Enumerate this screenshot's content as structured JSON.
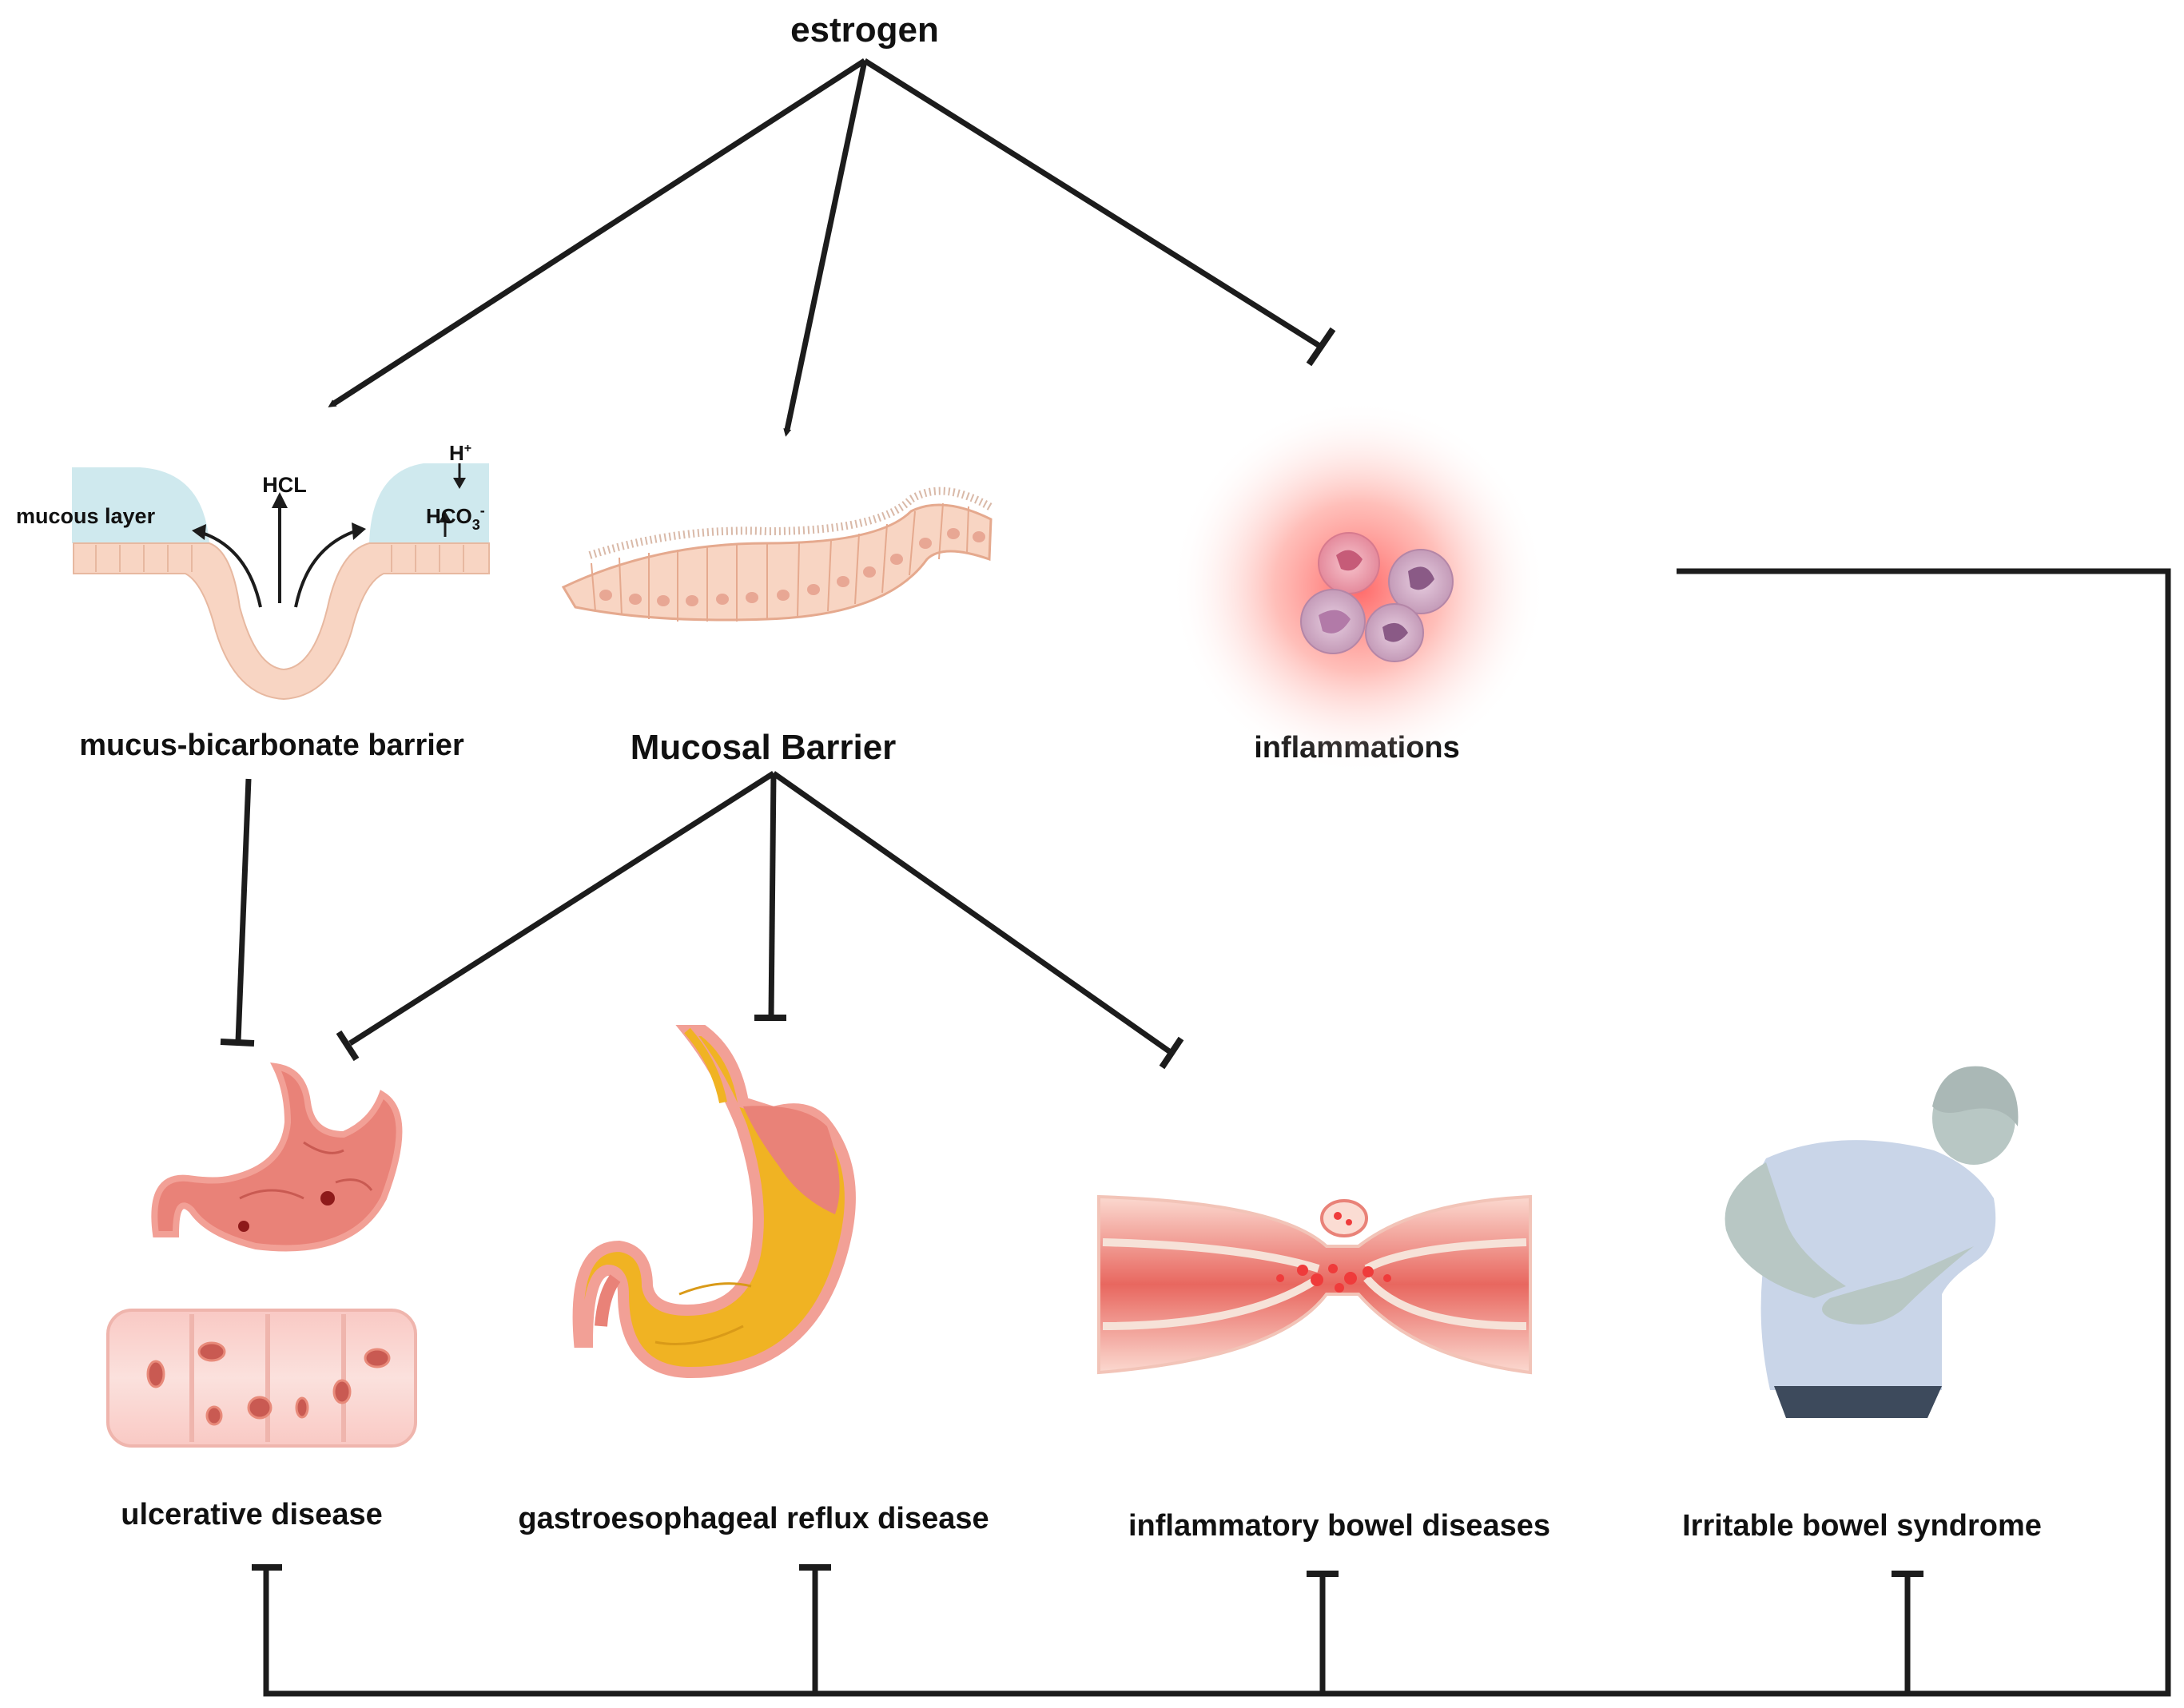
{
  "nodes": {
    "estrogen": "estrogen",
    "mucus_barrier": "mucus-bicarbonate barrier",
    "mucosal_barrier": "Mucosal Barrier",
    "inflammations": "inflammations",
    "ulcerative": "ulcerative disease",
    "gerd": "gastroesophageal reflux disease",
    "ibd": "inflammatory bowel diseases",
    "ibs": "Irritable bowel syndrome"
  },
  "mucus_figure": {
    "mucous_layer": "mucous layer",
    "hcl": "HCL",
    "h_plus": "H",
    "h_plus_sup": "+",
    "hco3": "HCO",
    "hco3_sub": "3",
    "hco3_sup": "-"
  },
  "edges": [
    {
      "from": "estrogen",
      "to": "mucus-bicarbonate barrier",
      "type": "activates"
    },
    {
      "from": "estrogen",
      "to": "Mucosal Barrier",
      "type": "activates"
    },
    {
      "from": "estrogen",
      "to": "inflammations",
      "type": "inhibits"
    },
    {
      "from": "mucus-bicarbonate barrier",
      "to": "ulcerative disease",
      "type": "inhibits"
    },
    {
      "from": "Mucosal Barrier",
      "to": "ulcerative disease",
      "type": "inhibits"
    },
    {
      "from": "Mucosal Barrier",
      "to": "gastroesophageal reflux disease",
      "type": "inhibits"
    },
    {
      "from": "Mucosal Barrier",
      "to": "inflammatory bowel diseases",
      "type": "inhibits"
    },
    {
      "from": "inflammations",
      "to": "ulcerative disease",
      "type": "inhibits"
    },
    {
      "from": "inflammations",
      "to": "gastroesophageal reflux disease",
      "type": "inhibits"
    },
    {
      "from": "inflammations",
      "to": "inflammatory bowel diseases",
      "type": "inhibits"
    },
    {
      "from": "inflammations",
      "to": "Irritable bowel syndrome",
      "type": "inhibits"
    }
  ],
  "colors": {
    "line": "#1c1c1c",
    "mucus": "#cfe9ee",
    "epithelium": "#f8d5c3",
    "inflammation_glow": "#ff6b6b",
    "stomach_wall": "#f2a096",
    "reflux_acid": "#f0b323",
    "shirt": "#c9d5e8",
    "skin": "#b8c7c4",
    "jeans": "#3d4a5c"
  },
  "icons": [
    "mucus-bicarbonate-icon",
    "epithelium-icon",
    "immune-cells-icon",
    "ulcer-stomach-icon",
    "ulcer-colon-icon",
    "reflux-stomach-icon",
    "inflamed-bowel-icon",
    "abdominal-pain-person-icon"
  ]
}
